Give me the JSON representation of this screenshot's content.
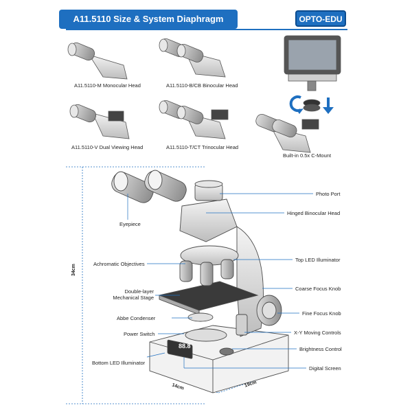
{
  "header": {
    "title": "A11.5110 Size & System Diaphragm",
    "brand": "OPTO-EDU",
    "accent_color": "#1e6fc0"
  },
  "heads": [
    {
      "caption": "A11.5110-M Monocular Head"
    },
    {
      "caption": "A11.5110-B/CB Binocular Head"
    },
    {
      "caption": "A11.5110-V Dual Viewing Head"
    },
    {
      "caption": "A11.5110-T/CT Trinocular Head"
    },
    {
      "caption": "Built-in 0.5x C-Mount"
    }
  ],
  "labels": {
    "photo_port": "Photo Port",
    "hinged_head": "Hinged Binocular Head",
    "eyepiece": "Eyepiece",
    "objectives": "Achromatic Objectives",
    "led_top": "Top LED Illuminator",
    "stage_line1": "Double-layer",
    "stage_line2": "Mechanical Stage",
    "coarse": "Coarse Focus Knob",
    "abbe": "Abbe Condenser",
    "fine": "Fine Focus Knob",
    "power": "Power Switch",
    "xy": "X-Y Moving Controls",
    "brightness": "Brightness Control",
    "led_bottom": "Bottom LED Illuminator",
    "screen": "Digital Screen",
    "screen_readout": "88.8"
  },
  "dimensions": {
    "height": "34cm",
    "width": "14cm",
    "depth": "19cm"
  }
}
